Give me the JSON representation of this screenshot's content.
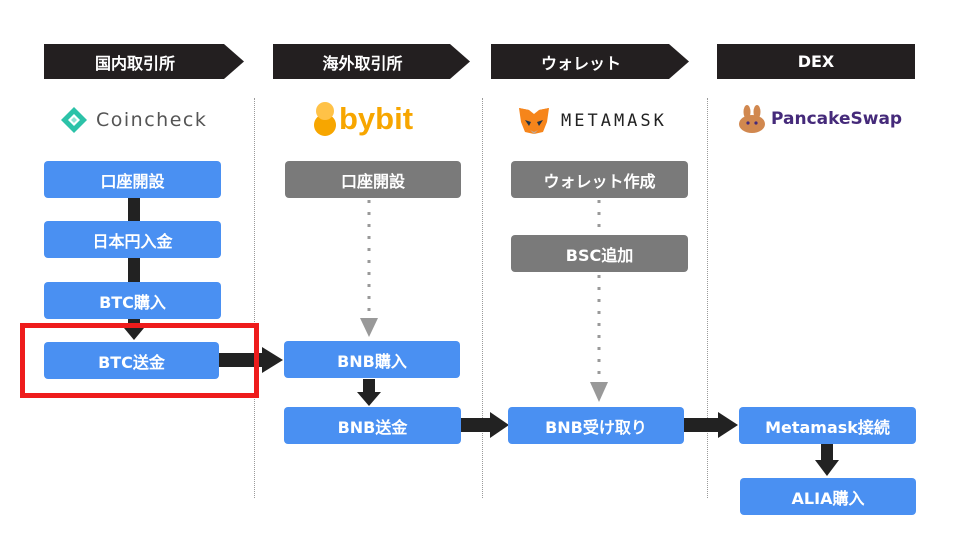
{
  "headers": {
    "domestic": "国内取引所",
    "overseas": "海外取引所",
    "wallet": "ウォレット",
    "dex": "DEX"
  },
  "logos": {
    "coincheck": "Coincheck",
    "bybit": "bybit",
    "metamask": "METAMASK",
    "pancakeswap": "PancakeSwap"
  },
  "steps": {
    "domestic": [
      "口座開設",
      "日本円入金",
      "BTC購入",
      "BTC送金"
    ],
    "overseas": [
      "口座開設",
      "BNB購入",
      "BNB送金"
    ],
    "wallet": [
      "ウォレット作成",
      "BSC追加",
      "BNB受け取り"
    ],
    "dex": [
      "Metamask接続",
      "ALIA購入"
    ]
  },
  "colors": {
    "header_bg": "#231f20",
    "step_blue": "#4a90f2",
    "step_gray": "#7a7a7a",
    "highlight": "#ee1c1c",
    "coincheck_teal": "#2cc2a8",
    "bybit_gold": "#f7a600",
    "pancake_brown": "#452a7a"
  }
}
